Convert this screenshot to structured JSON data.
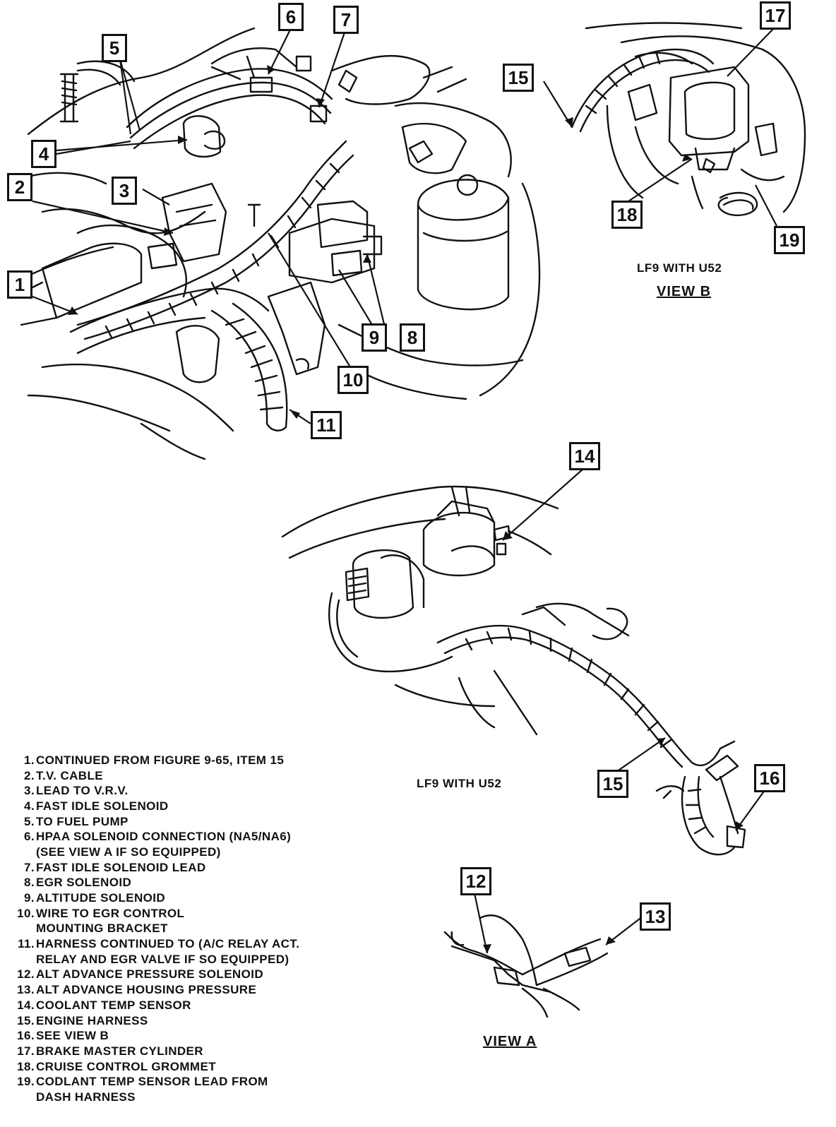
{
  "callouts": {
    "c1": "1",
    "c2": "2",
    "c3": "3",
    "c4": "4",
    "c5": "5",
    "c6": "6",
    "c7": "7",
    "c8": "8",
    "c9": "9",
    "c10": "10",
    "c11": "11",
    "c12": "12",
    "c13": "13",
    "c14": "14",
    "c15a": "15",
    "c15b": "15",
    "c16": "16",
    "c17": "17",
    "c18": "18",
    "c19": "19"
  },
  "captions": {
    "view_b_caption": "LF9 WITH U52",
    "view_b_title": "VIEW B",
    "main_lower_caption": "LF9 WITH U52",
    "view_a_title": "VIEW A"
  },
  "legend": [
    {
      "num": "1.",
      "text": "CONTINUED FROM FIGURE 9-65, ITEM 15"
    },
    {
      "num": "2.",
      "text": "T.V. CABLE"
    },
    {
      "num": "3.",
      "text": "LEAD TO V.R.V."
    },
    {
      "num": "4.",
      "text": "FAST IDLE SOLENOID"
    },
    {
      "num": "5.",
      "text": "TO FUEL PUMP"
    },
    {
      "num": "6.",
      "text": "HPAA SOLENOID CONNECTION (NA5/NA6)"
    },
    {
      "num": "",
      "text": "(SEE VIEW A IF SO EQUIPPED)"
    },
    {
      "num": "7.",
      "text": "FAST IDLE SOLENOID LEAD"
    },
    {
      "num": "8.",
      "text": "EGR SOLENOID"
    },
    {
      "num": "9.",
      "text": "ALTITUDE SOLENOID"
    },
    {
      "num": "10.",
      "text": "WIRE TO EGR CONTROL"
    },
    {
      "num": "",
      "text": "MOUNTING BRACKET"
    },
    {
      "num": "11.",
      "text": "HARNESS CONTINUED TO (A/C RELAY ACT."
    },
    {
      "num": "",
      "text": "RELAY AND EGR VALVE IF SO EQUIPPED)"
    },
    {
      "num": "12.",
      "text": "ALT ADVANCE PRESSURE SOLENOID"
    },
    {
      "num": "13.",
      "text": "ALT ADVANCE HOUSING PRESSURE"
    },
    {
      "num": "14.",
      "text": "COOLANT TEMP SENSOR"
    },
    {
      "num": "15.",
      "text": "ENGINE HARNESS"
    },
    {
      "num": "16.",
      "text": "SEE VIEW B"
    },
    {
      "num": "17.",
      "text": "BRAKE MASTER CYLINDER"
    },
    {
      "num": "18.",
      "text": "CRUISE CONTROL GROMMET"
    },
    {
      "num": "19.",
      "text": "CODLANT TEMP SENSOR LEAD FROM"
    },
    {
      "num": "",
      "text": "DASH HARNESS"
    }
  ]
}
